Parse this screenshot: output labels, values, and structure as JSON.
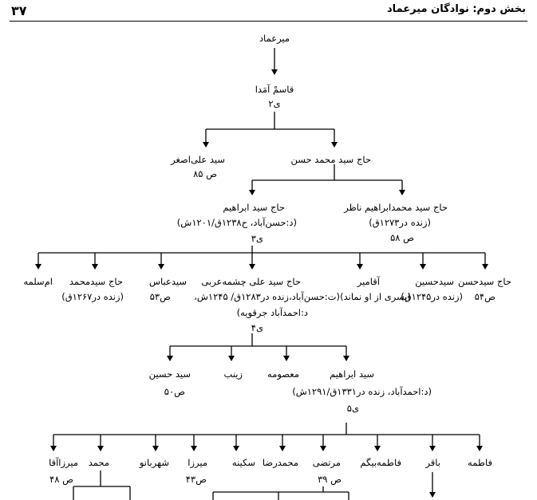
{
  "header": {
    "page_number": "۳۷",
    "chapter_title": "بخش دوم: نوادگان میرعماد"
  },
  "nodes": {
    "mir_emad": "میرعماد",
    "qasem": "قاسمْ آمَدا",
    "gen2": "ی۲",
    "ali_asghar": "سید علی‌اصغر",
    "ali_asghar_ref": "ص ۸۵",
    "mohammad_hasan": "حاج سید محمد حسن",
    "ebrahim": "حاج سید ابراهیم",
    "ebrahim_info": "(د:حسن‌آباد، ح۱۲۳۸ق/۱۲۰۱ش)",
    "gen3": "ی۳",
    "naazer": "حاج سید محمدابراهیم ناظر",
    "naazer_info": "(زنده در۱۲۷۳ق)",
    "naazer_ref": "ص ۵۸",
    "omsalame": "ام‌سلمه",
    "haj_mohammad": "حاج سیدمحمد",
    "haj_mohammad_info": "(زنده در۱۲۶۷ق)",
    "abbas": "سیدعباس",
    "abbas_ref": "ص۵۳",
    "ali_cheshme": "حاج سید علی چشمه‌عربی",
    "ali_cheshme_info1": "(ت:حسن‌آباد،زنده در۱۲۸۳ق/ ۱۲۴۵ش،",
    "ali_cheshme_info2": "د:احمدآباد جرقویه)",
    "gen4": "ی۴",
    "aqamir": "آقامیر",
    "aqamir_info": "(پسری از او نماند)",
    "hosein1": "سیدحسین",
    "hosein1_info": "(زنده در۱۲۴۵ق)",
    "haj_hosein": "حاج سیدحسن",
    "haj_hosein_ref": "ص۵۴",
    "hosein2": "سید حسین",
    "hosein2_ref": "ص۵۰",
    "zeinab": "زینب",
    "masoume": "معصومه",
    "ebrahim2": "سید ابراهیم",
    "ebrahim2_info": "(د:احمدآباد، زنده در۱۳۳۱ق/۱۲۹۱ش)",
    "gen5": "ی۵",
    "mirza_aqa": "میرزاآقا",
    "mirza_aqa_ref": "ص ۴۸",
    "mohammad": "محمد",
    "shahrbanu": "شهربانو",
    "mirza": "میرزا",
    "mirza_ref": "ص۴۳",
    "sakine": "سکینه",
    "mohammadreza": "محمدرضا",
    "morteza": "مرتضی",
    "morteza_ref": "ص ۳۹",
    "fatemebeygom": "فاطمه‌بیگم",
    "baqer": "باقر",
    "fateme": "فاطمه"
  }
}
